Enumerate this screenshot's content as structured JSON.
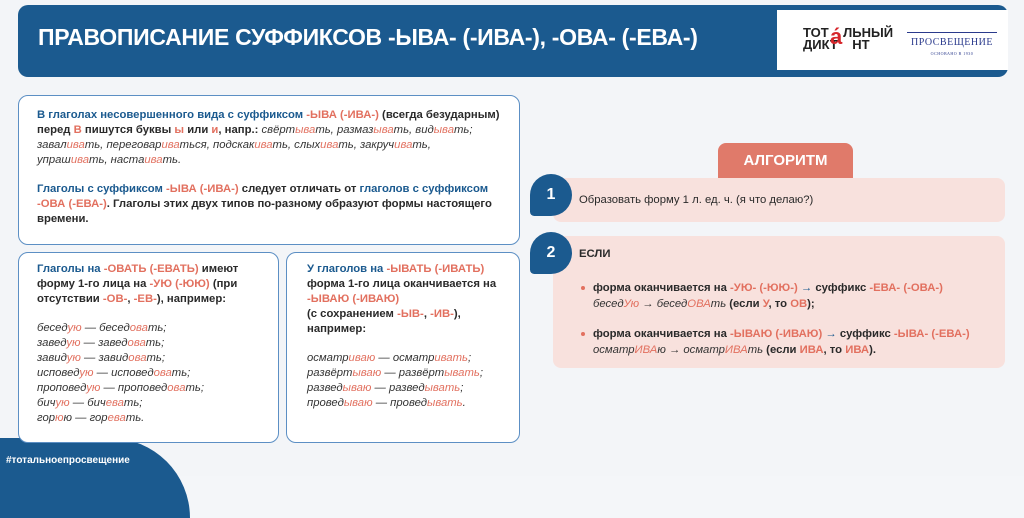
{
  "header": {
    "title": "ПРАВОПИСАНИЕ СУФФИКСОВ -ЫВА- (-ИВА-), -ОВА- (-ЕВА-)"
  },
  "logos": {
    "totalny_line1": "ТОТ",
    "totalny_a": "а́",
    "totalny_line1b": "ЛЬНЫЙ",
    "totalny_line2": "ДИКТ   НТ",
    "prosveshchenie": "ПРОСВЕЩЕНИЕ",
    "prosveshchenie_sub": "ОСНОВАНО В 1930"
  },
  "box1": {
    "paragraphs": [
      [
        [
          "В глаголах несовершенного вида с суффиксом ",
          "b"
        ],
        [
          "-ЫВА (-ИВА-)",
          "r"
        ],
        [
          " (всегда безударным) перед ",
          "k"
        ],
        [
          "В",
          "r"
        ],
        [
          " пишутся  буквы ",
          "k"
        ],
        [
          "ы",
          "r"
        ],
        [
          " или ",
          "k"
        ],
        [
          "и",
          "r"
        ],
        [
          ", напр.: ",
          "k"
        ],
        [
          "свёрт",
          "i"
        ],
        [
          "ыва",
          "ir"
        ],
        [
          "ть, размаз",
          "i"
        ],
        [
          "ыва",
          "ir"
        ],
        [
          "ть, вид",
          "i"
        ],
        [
          "ыва",
          "ir"
        ],
        [
          "ть; завал",
          "i"
        ],
        [
          "ива",
          "ir"
        ],
        [
          "ть, переговар",
          "i"
        ],
        [
          "ива",
          "ir"
        ],
        [
          "ться, подскак",
          "i"
        ],
        [
          "ива",
          "ir"
        ],
        [
          "ть, слых",
          "i"
        ],
        [
          "ива",
          "ir"
        ],
        [
          "ть, закруч",
          "i"
        ],
        [
          "ива",
          "ir"
        ],
        [
          "ть, упраш",
          "i"
        ],
        [
          "ива",
          "ir"
        ],
        [
          "ть, наста",
          "i"
        ],
        [
          "ива",
          "ir"
        ],
        [
          "ть.",
          "i"
        ]
      ],
      [
        [
          "Глаголы с суффиксом ",
          "b"
        ],
        [
          "-ЫВА (-ИВА-)",
          "r"
        ],
        [
          " следует отличать от ",
          "k"
        ],
        [
          "глаголов с суффиксом ",
          "b"
        ],
        [
          "-ОВА (-ЕВА-)",
          "r"
        ],
        [
          ". Глаголы этих двух типов по-разному образуют формы настоящего времени.",
          "k"
        ]
      ]
    ]
  },
  "box2": {
    "paragraphs": [
      [
        [
          "Глаголы на ",
          "b"
        ],
        [
          "-ОВАТЬ (-ЕВАТЬ)",
          "r"
        ],
        [
          " имеют форму 1-го лица на ",
          "k"
        ],
        [
          "-УЮ (-ЮЮ)",
          "r"
        ],
        [
          " (при отсутствии ",
          "k"
        ],
        [
          "-ОВ-",
          "r"
        ],
        [
          ", ",
          "k"
        ],
        [
          "-ЕВ-",
          "r"
        ],
        [
          "), например:",
          "k"
        ]
      ],
      [
        [
          "бесед",
          "i"
        ],
        [
          "ую",
          "ir"
        ],
        [
          " — бесед",
          "i"
        ],
        [
          "ова",
          "ir"
        ],
        [
          "ть;\nзавед",
          "i"
        ],
        [
          "ую",
          "ir"
        ],
        [
          " — завед",
          "i"
        ],
        [
          "ова",
          "ir"
        ],
        [
          "ть;\nзавид",
          "i"
        ],
        [
          "ую",
          "ir"
        ],
        [
          " — завид",
          "i"
        ],
        [
          "ова",
          "ir"
        ],
        [
          "ть;\nисповед",
          "i"
        ],
        [
          "ую",
          "ir"
        ],
        [
          " — исповед",
          "i"
        ],
        [
          "ова",
          "ir"
        ],
        [
          "ть;\nпроповед",
          "i"
        ],
        [
          "ую",
          "ir"
        ],
        [
          " — проповед",
          "i"
        ],
        [
          "ова",
          "ir"
        ],
        [
          "ть;\nбич",
          "i"
        ],
        [
          "ую",
          "ir"
        ],
        [
          " — бич",
          "i"
        ],
        [
          "ева",
          "ir"
        ],
        [
          "ть;\nгор",
          "i"
        ],
        [
          "ю",
          "ir"
        ],
        [
          "ю — гор",
          "i"
        ],
        [
          "ева",
          "ir"
        ],
        [
          "ть.",
          "i"
        ]
      ]
    ]
  },
  "box3": {
    "paragraphs": [
      [
        [
          "У глаголов на ",
          "b"
        ],
        [
          "-ЫВАТЬ (-ИВАТЬ)",
          "r"
        ],
        [
          "\nформа 1-го лица оканчивается на ",
          "k"
        ],
        [
          "-ЫВАЮ (-ИВАЮ)",
          "r"
        ],
        [
          "\n(с сохранением ",
          "k"
        ],
        [
          "-ЫВ-",
          "r"
        ],
        [
          ", ",
          "k"
        ],
        [
          "-ИВ-",
          "r"
        ],
        [
          "),\nнапример:",
          "k"
        ]
      ],
      [
        [
          "осматр",
          "i"
        ],
        [
          "иваю",
          "ir"
        ],
        [
          " — осматр",
          "i"
        ],
        [
          "ивать",
          "ir"
        ],
        [
          ";\nразвёрт",
          "i"
        ],
        [
          "ываю",
          "ir"
        ],
        [
          " — развёрт",
          "i"
        ],
        [
          "ывать",
          "ir"
        ],
        [
          ";\nразвед",
          "i"
        ],
        [
          "ываю",
          "ir"
        ],
        [
          " — развед",
          "i"
        ],
        [
          "ывать",
          "ir"
        ],
        [
          ";\nпровед",
          "i"
        ],
        [
          "ываю",
          "ir"
        ],
        [
          " — провед",
          "i"
        ],
        [
          "ывать",
          "ir"
        ],
        [
          ".",
          "i"
        ]
      ]
    ]
  },
  "algorithm": {
    "title": "АЛГОРИТМ",
    "step1": {
      "number": "1",
      "text": "Образовать форму 1 л. ед. ч. (я что делаю?)"
    },
    "step2": {
      "number": "2",
      "heading": "ЕСЛИ",
      "bullets": [
        [
          [
            "форма оканчивается на ",
            "k"
          ],
          [
            "-УЮ- (-ЮЮ-)",
            "r"
          ],
          [
            " → ",
            "ar"
          ],
          [
            "суффикс ",
            "k"
          ],
          [
            "-ЕВА- (-ОВА-)",
            "r"
          ],
          [
            "\nбесед",
            "i"
          ],
          [
            "Ую",
            "ir"
          ],
          [
            " → бесед",
            "i"
          ],
          [
            "ОВА",
            "ir"
          ],
          [
            "ть",
            "i"
          ],
          [
            "   (если ",
            "k"
          ],
          [
            "У",
            "r"
          ],
          [
            ", то ",
            "k"
          ],
          [
            "ОВ",
            "r"
          ],
          [
            ");",
            "k"
          ]
        ],
        [
          [
            "форма оканчивается на ",
            "k"
          ],
          [
            "-ЫВАЮ (-ИВАЮ)",
            "r"
          ],
          [
            " →  ",
            "ar"
          ],
          [
            "суффикс ",
            "k"
          ],
          [
            "-ЫВА- (-ЕВА-)",
            "r"
          ],
          [
            "\nосматр",
            "i"
          ],
          [
            "ИВА",
            "ir"
          ],
          [
            "ю → осматр",
            "i"
          ],
          [
            "ИВА",
            "ir"
          ],
          [
            "ть",
            "i"
          ],
          [
            " (если ",
            "k"
          ],
          [
            "ИВА",
            "r"
          ],
          [
            ", то ",
            "k"
          ],
          [
            "ИВА",
            "r"
          ],
          [
            ").",
            "k"
          ]
        ]
      ]
    }
  },
  "footer": {
    "hashtag": "#тотальноепросвещение"
  }
}
